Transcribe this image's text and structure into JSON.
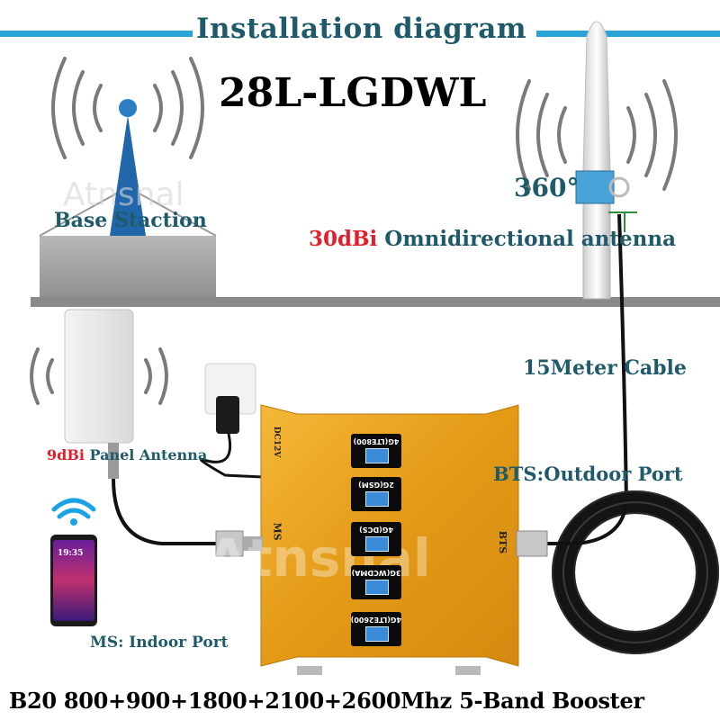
{
  "title": "Installation diagram",
  "model": "28L-LGDWL",
  "watermark": "Atnsnal",
  "labels": {
    "degrees": "360°",
    "base_station": "Base Staction",
    "omni_gain": "30dBi",
    "omni_name": "Omnidirectional antenna",
    "cable": "15Meter Cable",
    "panel_gain": "9dBi",
    "panel_name": "Panel Antenna",
    "outdoor_port": "BTS:Outdoor Port",
    "indoor_port": "MS: Indoor Port",
    "booster_spec": "B20 800+900+1800+2100+2600Mhz 5-Band Booster"
  },
  "booster": {
    "bands": [
      "4G(LTE800)",
      "2G(GSM)",
      "4G(DCS)",
      "3G(WCDMA)",
      "4G(LTE2600)"
    ],
    "port_ms": "MS",
    "port_bts": "BTS",
    "port_dc": "DC12V"
  },
  "phone_time": "19:35",
  "colors": {
    "teal_text": "#1f5a6b",
    "red_text": "#e0202a",
    "booster_gold": "#e8a21c",
    "title_bar": "#2aa3d9"
  }
}
